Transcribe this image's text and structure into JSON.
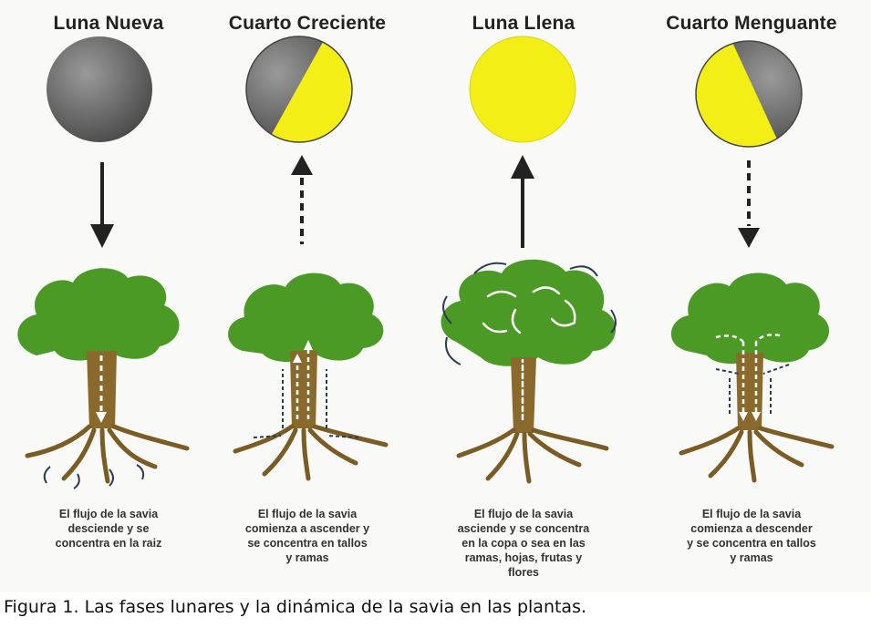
{
  "colors": {
    "moon_dark": "#6d6d6d",
    "moon_yellow": "#f2ee16",
    "foliage": "#4c9a26",
    "trunk": "#8a6a2c",
    "flow_arrows": "#ffffff"
  },
  "phases": [
    {
      "title": "Luna Nueva",
      "moon": "full-dark",
      "arrow": "solid-down",
      "description": "El flujo de la savia\ndesciende y se\nconcentra en la raiz"
    },
    {
      "title": "Cuarto Creciente",
      "moon": "waxing-quarter",
      "arrow": "dashed-up",
      "description": "El flujo de la savia\ncomienza a ascender y\nse concentra en tallos\ny ramas"
    },
    {
      "title": "Luna Llena",
      "moon": "full-bright",
      "arrow": "solid-up",
      "description": "El flujo de la savia\nasciende y se concentra\nen la copa o sea en las\nramas, hojas, frutas y\nflores"
    },
    {
      "title": "Cuarto Menguante",
      "moon": "waning-quarter",
      "arrow": "dashed-down",
      "description": "El flujo de la savia\ncomienza a descender\ny se concentra en tallos\ny ramas"
    }
  ],
  "caption": "Figura 1. Las fases lunares y la dinámica de la savia en las plantas."
}
